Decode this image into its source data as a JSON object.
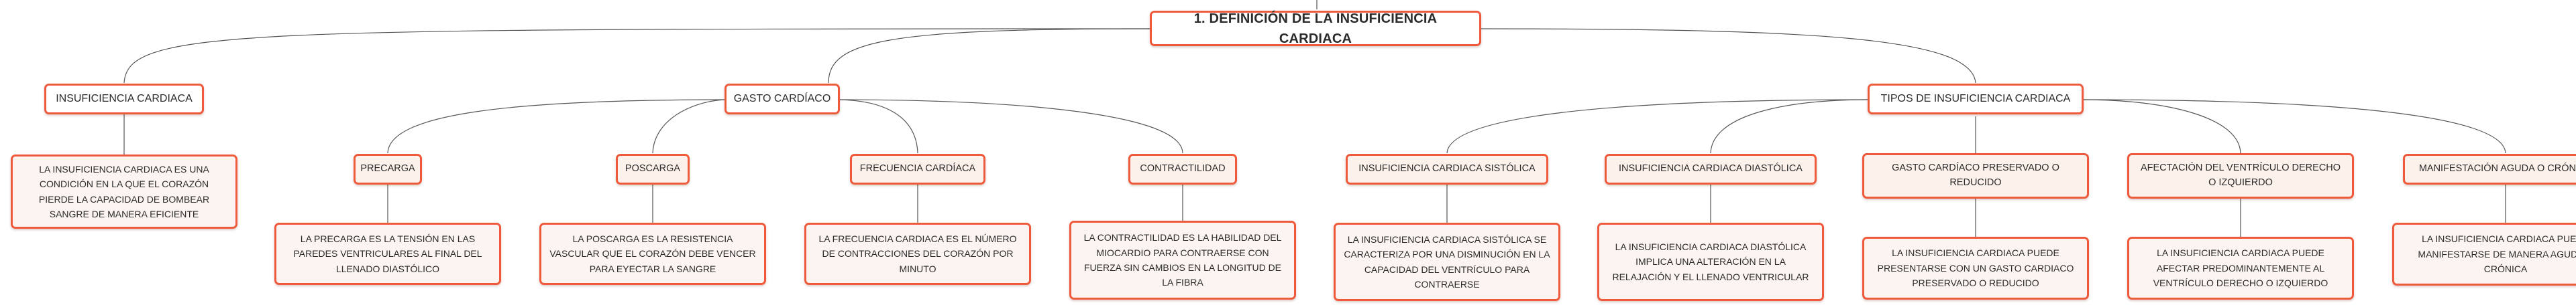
{
  "colors": {
    "accent": "#ef5a3c",
    "node_fill": "#fdf1ec",
    "connector": "#555555"
  },
  "diagram": {
    "root": "1. DEFINICIÓN DE LA INSUFICIENCIA CARDIACA",
    "insuficiencia": {
      "title": "INSUFICIENCIA CARDIACA",
      "description": "LA INSUFICIENCIA CARDIACA ES UNA CONDICIÓN EN LA QUE EL CORAZÓN PIERDE LA CAPACIDAD DE BOMBEAR SANGRE DE MANERA EFICIENTE"
    },
    "gasto": {
      "title": "GASTO CARDÍACO",
      "precarga": {
        "title": "PRECARGA",
        "description": "LA PRECARGA ES LA TENSIÓN EN LAS PAREDES VENTRICULARES AL FINAL DEL LLENADO DIASTÓLICO"
      },
      "poscarga": {
        "title": "POSCARGA",
        "description": "LA POSCARGA ES LA RESISTENCIA VASCULAR QUE EL CORAZÓN DEBE VENCER PARA EYECTAR LA SANGRE"
      },
      "frecuencia": {
        "title": "FRECUENCIA CARDÍACA",
        "description": "LA FRECUENCIA CARDIACA ES EL NÚMERO DE CONTRACCIONES DEL CORAZÓN POR MINUTO"
      },
      "contractilidad": {
        "title": "CONTRACTILIDAD",
        "description": "LA CONTRACTILIDAD ES LA HABILIDAD DEL MIOCARDIO PARA CONTRAERSE CON FUERZA SIN CAMBIOS EN LA LONGITUD DE LA FIBRA"
      }
    },
    "tipos": {
      "title": "TIPOS DE INSUFICIENCIA CARDIACA",
      "sistolica": {
        "title": "INSUFICIENCIA CARDIACA SISTÓLICA",
        "description": "LA INSUFICIENCIA CARDIACA SISTÓLICA SE CARACTERIZA POR UNA DISMINUCIÓN EN LA CAPACIDAD DEL VENTRÍCULO PARA CONTRAERSE"
      },
      "diastolica": {
        "title": "INSUFICIENCIA CARDIACA DIASTÓLICA",
        "description": "LA INSUFICIENCIA CARDIACA DIASTÓLICA IMPLICA UNA ALTERACIÓN EN LA RELAJACIÓN Y EL LLENADO VENTRICULAR"
      },
      "preservado": {
        "title": "GASTO CARDÍACO PRESERVADO O REDUCIDO",
        "description": "LA INSUFICIENCIA CARDIACA PUEDE PRESENTARSE CON UN GASTO CARDIACO PRESERVADO O REDUCIDO"
      },
      "afectacion": {
        "title": "AFECTACIÓN DEL VENTRÍCULO DERECHO O IZQUIERDO",
        "description": "LA INSUFICIENCIA CARDIACA PUEDE AFECTAR PREDOMINANTEMENTE AL VENTRÍCULO DERECHO O IZQUIERDO"
      },
      "manifestacion": {
        "title": "MANIFESTACIÓN AGUDA O CRÓNICA",
        "description": "LA INSUFICIENCIA CARDIACA PUEDE MANIFESTARSE DE MANERA AGUDA O CRÓNICA"
      }
    }
  }
}
